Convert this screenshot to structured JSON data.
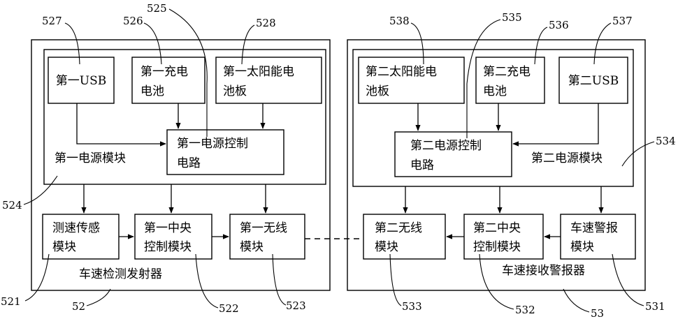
{
  "left": {
    "usb": "第一USB",
    "battery": [
      "第一充电",
      "电池"
    ],
    "solar": [
      "第一太阳能电",
      "池板"
    ],
    "power_ctrl": [
      "第一电源控制",
      "电路"
    ],
    "power_module": "第一电源模块",
    "speed_sensor": [
      "测速传感",
      "模块"
    ],
    "cpu": [
      "第一中央",
      "控制模块"
    ],
    "wireless": [
      "第一无线",
      "模块"
    ],
    "caption": "车速检测发射器"
  },
  "right": {
    "solar": [
      "第二太阳能电",
      "池板"
    ],
    "battery": [
      "第二充电",
      "电池"
    ],
    "usb": "第二USB",
    "power_ctrl": [
      "第二电源控制",
      "电路"
    ],
    "power_module": "第二电源模块",
    "wireless": [
      "第二无线",
      "模块"
    ],
    "cpu": [
      "第二中央",
      "控制模块"
    ],
    "alarm": [
      "车速警报",
      "模块"
    ],
    "caption": "车速接收警报器"
  },
  "refs": {
    "r527": "527",
    "r526": "526",
    "r525": "525",
    "r528": "528",
    "r524": "524",
    "r521": "521",
    "r52": "52",
    "r522": "522",
    "r523": "523",
    "r538": "538",
    "r535": "535",
    "r536": "536",
    "r537": "537",
    "r534": "534",
    "r533": "533",
    "r532": "532",
    "r53": "53",
    "r531": "531"
  }
}
